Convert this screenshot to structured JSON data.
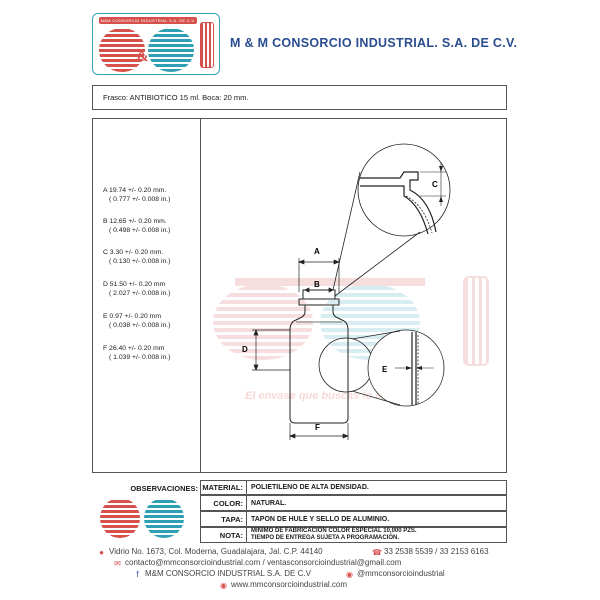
{
  "header": {
    "logo_top_text": "M&M CONSORCIO INDUSTRIAL S.A. DE C.V.",
    "company_name": "M & M  CONSORCIO INDUSTRIAL. S.A. DE C.V."
  },
  "frasco_line": "Frasco: ANTIBIOTICO 15 ml.  Boca: 20 mm.",
  "dimensions": [
    {
      "l1": "A  19.74  +/- 0.20 mm.",
      "l2": "( 0.777 +/- 0.008 in.)"
    },
    {
      "l1": "B  12.65 +/- 0.20 mm.",
      "l2": "( 0.498 +/- 0.008 in.)"
    },
    {
      "l1": "C  3.30 +/- 0.20 mm.",
      "l2": "( 0.130 +/- 0.008 in.)"
    },
    {
      "l1": "D  51.50 +/- 0.20 mm",
      "l2": "( 2.027 +/- 0.008 in.)"
    },
    {
      "l1": "E  0.97 +/- 0.20 mm",
      "l2": "( 0.038 +/- 0.008 in.)"
    },
    {
      "l1": "F  26.40 +/- 0.20 mm",
      "l2": "( 1.039 +/- 0.008 in.)"
    }
  ],
  "drawing_labels": {
    "a": "A",
    "b": "B",
    "c": "C",
    "d": "D",
    "e": "E",
    "f": "F"
  },
  "watermark_slogan": "El envase que buscas lo imagina",
  "observations": {
    "label": "OBSERVACIONES:",
    "rows": [
      {
        "key": "MATERIAL:",
        "value": "POLIETILENO DE ALTA DENSIDAD."
      },
      {
        "key": "COLOR:",
        "value": "NATURAL."
      },
      {
        "key": "TAPA:",
        "value": "TAPON DE HULE Y SELLO DE ALUMINIO."
      },
      {
        "key": "NOTA:",
        "value": "MINIMO DE FABRICACIÓN COLOR ESPECIAL 10,000 PZS.",
        "value2": "TIEMPO DE ENTREGA SUJETA A PROGRAMACIÓN."
      }
    ]
  },
  "footer": {
    "address": "Vidrio No. 1673, Col. Moderna, Guadalajara, Jal. C.P. 44140",
    "phones": "33 2538 5539 / 33 2153 6163",
    "emails": "contacto@mmconsorcioindustrial.com / ventasconsorcioindustrial@gmail.com",
    "facebook": "M&M CONSORCIO INDUSTRIAL S.A. DE C.V",
    "instagram": "@mmconsorcioindustrial",
    "website": "www.mmconsorcioindustrial.com"
  },
  "colors": {
    "brand_red": "#d6504c",
    "brand_teal": "#2f9fb3",
    "brand_blue": "#2a4d8f"
  }
}
